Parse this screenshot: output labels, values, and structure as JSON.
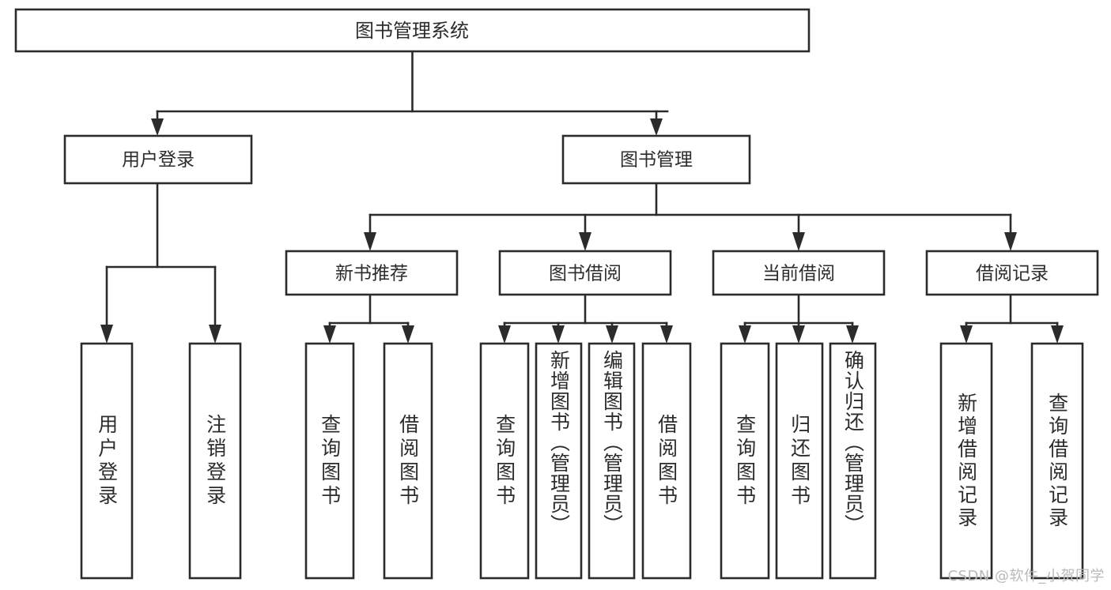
{
  "diagram": {
    "type": "tree",
    "title": "图书管理系统",
    "watermark": "CSDN @软件_小贺同学",
    "root": {
      "id": "root",
      "label": "图书管理系统",
      "orientation": "horizontal"
    },
    "level2": [
      {
        "id": "user-login",
        "label": "用户登录",
        "orientation": "horizontal"
      },
      {
        "id": "book-manage",
        "label": "图书管理",
        "orientation": "horizontal"
      }
    ],
    "level3": [
      {
        "id": "new-book-recommend",
        "label": "新书推荐",
        "orientation": "horizontal",
        "parent": "book-manage"
      },
      {
        "id": "book-borrow",
        "label": "图书借阅",
        "orientation": "horizontal",
        "parent": "book-manage"
      },
      {
        "id": "current-borrow",
        "label": "当前借阅",
        "orientation": "horizontal",
        "parent": "book-manage"
      },
      {
        "id": "borrow-record",
        "label": "借阅记录",
        "orientation": "horizontal",
        "parent": "book-manage"
      }
    ],
    "leaves": [
      {
        "id": "leaf-user-login",
        "label": "用户登录",
        "orientation": "vertical",
        "parent": "user-login"
      },
      {
        "id": "leaf-user-logout",
        "label": "注销登录",
        "orientation": "vertical",
        "parent": "user-login"
      },
      {
        "id": "leaf-query-book-1",
        "label": "查询图书",
        "orientation": "vertical",
        "parent": "new-book-recommend"
      },
      {
        "id": "leaf-borrow-book-1",
        "label": "借阅图书",
        "orientation": "vertical",
        "parent": "new-book-recommend"
      },
      {
        "id": "leaf-query-book-2",
        "label": "查询图书",
        "orientation": "vertical",
        "parent": "book-borrow"
      },
      {
        "id": "leaf-add-book",
        "label": "新增图书（管理员）",
        "orientation": "vertical",
        "parent": "book-borrow"
      },
      {
        "id": "leaf-edit-book",
        "label": "编辑图书（管理员）",
        "orientation": "vertical",
        "parent": "book-borrow"
      },
      {
        "id": "leaf-borrow-book-2",
        "label": "借阅图书",
        "orientation": "vertical",
        "parent": "book-borrow"
      },
      {
        "id": "leaf-query-book-3",
        "label": "查询图书",
        "orientation": "vertical",
        "parent": "current-borrow"
      },
      {
        "id": "leaf-return-book",
        "label": "归还图书",
        "orientation": "vertical",
        "parent": "current-borrow"
      },
      {
        "id": "leaf-confirm-return",
        "label": "确认归还（管理员）",
        "orientation": "vertical",
        "parent": "current-borrow"
      },
      {
        "id": "leaf-add-record",
        "label": "新增借阅记录",
        "orientation": "vertical",
        "parent": "borrow-record"
      },
      {
        "id": "leaf-query-record",
        "label": "查询借阅记录",
        "orientation": "vertical",
        "parent": "borrow-record"
      }
    ],
    "colors": {
      "box_stroke": "#2b2b2b",
      "box_fill": "#ffffff",
      "text": "#2c2c2c",
      "connector": "#2b2b2b",
      "watermark": "#b9b9b9",
      "background": "#ffffff"
    }
  }
}
